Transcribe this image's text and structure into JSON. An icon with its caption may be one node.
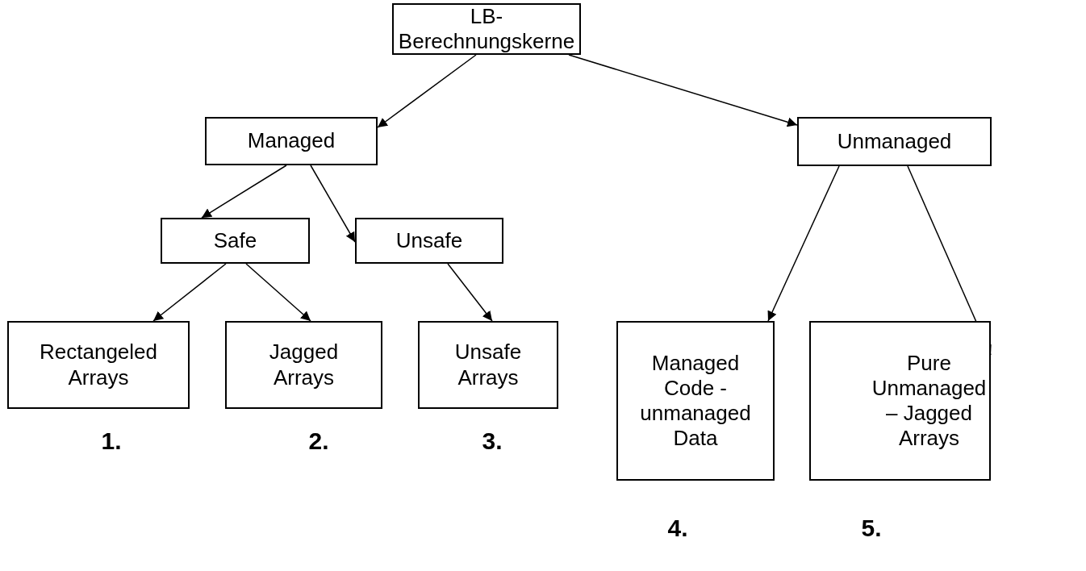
{
  "diagram": {
    "nodes": [
      {
        "text": [
          "LB-Berechnungskerne"
        ]
      },
      {
        "text": [
          "Managed"
        ]
      },
      {
        "text": [
          "Unmanaged"
        ]
      },
      {
        "text": [
          "Safe"
        ]
      },
      {
        "text": [
          "Unsafe"
        ]
      },
      {
        "text": [
          "Rectangeled Arrays"
        ],
        "beside": [
          "1."
        ]
      },
      {
        "text": [
          "Jagged Arrays"
        ],
        "beside": [
          "2."
        ]
      },
      {
        "text": [
          "Unsafe Arrays"
        ],
        "beside": [
          "3."
        ]
      },
      {
        "text": [
          "Managed Code - unmanaged Data"
        ],
        "beside": [
          "4."
        ]
      },
      {
        "text": [
          "Pure Unmanaged – Jagged Arrays"
        ],
        "beside": [
          "5."
        ]
      }
    ],
    "edges": [
      {
        "from": 0,
        "to": 1,
        "arrow": "to"
      },
      {
        "from": 0,
        "to": 2,
        "arrow": "to"
      },
      {
        "from": 1,
        "to": 3,
        "arrow": "to"
      },
      {
        "from": 1,
        "to": 4,
        "arrow": "to"
      },
      {
        "from": 3,
        "to": 5,
        "arrow": "to"
      },
      {
        "from": 3,
        "to": 6,
        "arrow": "to"
      },
      {
        "from": 4,
        "to": 7,
        "arrow": "to"
      },
      {
        "from": 2,
        "to": 8,
        "arrow": "to"
      },
      {
        "from": 2,
        "to": 9,
        "arrow": "to"
      }
    ]
  }
}
